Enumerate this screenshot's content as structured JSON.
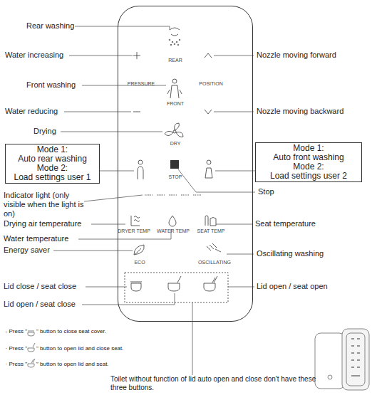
{
  "diagram": {
    "nodes": [
      {
        "text": [
          "REAR",
          "PRESSURE",
          "POSITION",
          "FRONT",
          "DRY",
          "STOP",
          "DRYER TEMP",
          "WATER TEMP",
          "SEAT TEMP",
          "ECO",
          "OSCILLATING"
        ]
      },
      {
        "text": [
          "Mode 1:",
          "Auto rear washing",
          "Mode 2:",
          "Load settings user 1"
        ]
      },
      {
        "text": [
          "Mode 1:",
          "Auto front washing",
          "Mode 2:",
          "Load settings user 2"
        ]
      }
    ],
    "edges": [],
    "labels": [
      "Rear washing",
      "Water increasing",
      "Front washing",
      "Water reducing",
      "Drying",
      "Indicator light (only visible when the light is on)",
      "Drying air temperature",
      "Water temperature",
      "Energy saver",
      "Lid close / seat close",
      "Lid open / seat close",
      "Nozzle moving forward",
      "Nozzle moving backward",
      "Stop",
      "Seat temperature",
      "Oscillating washing",
      "Lid open / seat open",
      "- Press \"",
      "\" button to close seat cover.",
      "· Press \"",
      "\" button to open lid and close seat.",
      "· Press \"",
      "\" button to open lid and seat.",
      "Toilet without function of lid auto open and close don't have these three buttons."
    ]
  }
}
